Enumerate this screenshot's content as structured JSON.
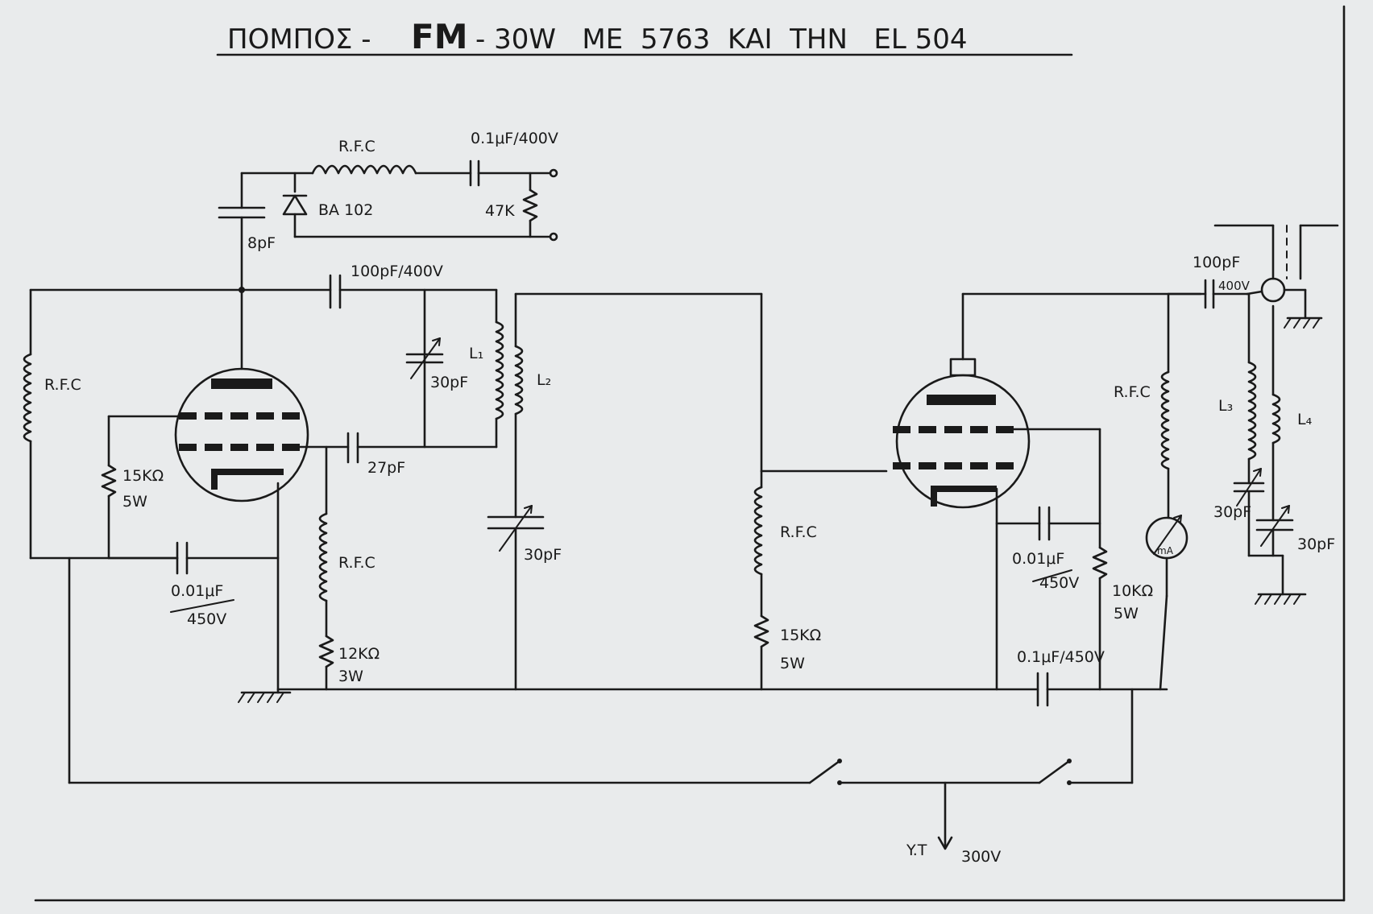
{
  "title": {
    "part1": "ΠΟΜΠΟΣ -",
    "part2": "FM",
    "part3": "- 30W   ΜΕ  5763  ΚΑΙ  ΤΗΝ   EL 504"
  },
  "labels": {
    "rfc_modulator": "R.F.C",
    "cap_mod_coupling": "0.1μF/400V",
    "diode": "BA 102",
    "res_47k": "47K",
    "cap_8pf": "8pF",
    "cap_100pf_osc": "100pF/400V",
    "rfc_grid": "R.F.C",
    "res_15k_a1": "15KΩ",
    "res_15k_a2": "5W",
    "coil_l1": "L₁",
    "coil_l2": "L₂",
    "cap_30pf_l1": "30pF",
    "cap_27pf": "27pF",
    "rfc_screen": "R.F.C",
    "cap_001_a1": "0.01μF",
    "cap_001_a2": "450V",
    "res_12k_1": "12KΩ",
    "res_12k_2": "3W",
    "cap_30pf_l2": "30pF",
    "rfc_pa_grid": "R.F.C",
    "res_15k_b1": "15KΩ",
    "res_15k_b2": "5W",
    "rfc_pa_plate": "R.F.C",
    "cap_100pf_out_1": "100pF",
    "cap_100pf_out_2": "400V",
    "coil_l3": "L₃",
    "coil_l4": "L₄",
    "cap_30pf_l3": "30pF",
    "cap_30pf_l4": "30pF",
    "cap_001_b1": "0.01μF",
    "cap_001_b2": "450V",
    "res_10k_1": "10KΩ",
    "res_10k_2": "5W",
    "meter": "mA",
    "cap_01_450": "0.1μF/450V",
    "supply_label": "Y.T",
    "supply_voltage": "300V"
  }
}
